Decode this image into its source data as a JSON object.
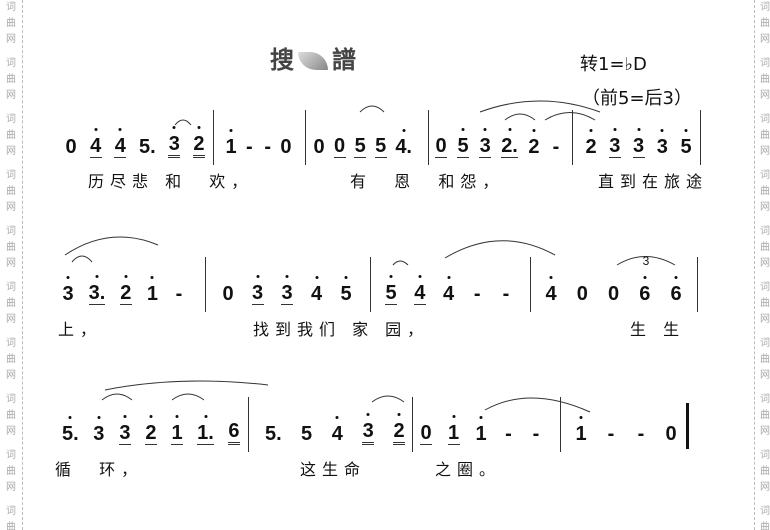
{
  "watermark_side": "词曲网",
  "logo": {
    "left": "搜",
    "right": "譜"
  },
  "key_change": "转1=♭D",
  "key_relation": "（前5=后3）",
  "lines": [
    {
      "measures": [
        [
          {
            "t": "0"
          },
          {
            "t": "4",
            "hi": 1,
            "ul": 1
          },
          {
            "t": "4",
            "hi": 1,
            "ul": 1
          },
          {
            "t": "5."
          },
          {
            "t": "3",
            "hi": 1,
            "ul": 2
          },
          {
            "t": "2",
            "hi": 1,
            "ul": 2
          }
        ],
        [
          {
            "t": "1",
            "hi": 1
          },
          {
            "t": "-"
          },
          {
            "t": "-"
          },
          {
            "t": "0"
          }
        ],
        [
          {
            "t": "0"
          },
          {
            "t": "0",
            "ul": 1
          },
          {
            "t": "5",
            "ul": 1
          },
          {
            "t": "5",
            "ul": 1
          },
          {
            "t": "4.",
            "hi": 1
          }
        ],
        [
          {
            "t": "0",
            "ul": 1
          },
          {
            "t": "5",
            "hi": 1,
            "ul": 1
          },
          {
            "t": "3",
            "hi": 1,
            "ul": 1
          },
          {
            "t": "2.",
            "hi": 1,
            "ul": 1
          },
          {
            "t": "2",
            "hi": 1
          },
          {
            "t": "-"
          }
        ],
        [
          {
            "t": "2",
            "hi": 1
          },
          {
            "t": "3",
            "hi": 1,
            "ul": 1
          },
          {
            "t": "3",
            "hi": 1,
            "ul": 1
          },
          {
            "t": "3",
            "hi": 1
          },
          {
            "t": "5",
            "hi": 1
          }
        ]
      ],
      "lyrics": [
        "历尽悲 和  欢，",
        "有  恩  和怨，",
        "直到在旅途"
      ]
    },
    {
      "measures": [
        [
          {
            "t": "3",
            "hi": 1
          },
          {
            "t": "3.",
            "hi": 1,
            "ul": 1
          },
          {
            "t": "2",
            "hi": 1,
            "ul": 1
          },
          {
            "t": "1",
            "hi": 1
          },
          {
            "t": "-"
          }
        ],
        [
          {
            "t": "0"
          },
          {
            "t": "3",
            "hi": 1,
            "ul": 1
          },
          {
            "t": "3",
            "hi": 1,
            "ul": 1
          },
          {
            "t": "4",
            "hi": 1
          },
          {
            "t": "5",
            "hi": 1
          }
        ],
        [
          {
            "t": "5",
            "hi": 1,
            "ul": 1
          },
          {
            "t": "4",
            "hi": 1,
            "ul": 1
          },
          {
            "t": "4",
            "hi": 1
          },
          {
            "t": "-"
          },
          {
            "t": "-"
          }
        ],
        [
          {
            "t": "4",
            "hi": 1
          },
          {
            "t": "0"
          },
          {
            "t": "0"
          },
          {
            "t": "6",
            "hi": 1
          },
          {
            "t": "6",
            "hi": 1
          }
        ]
      ],
      "triplet_mark": "3",
      "lyrics": [
        "上，",
        "找到我们 家 园，",
        "生 生"
      ]
    },
    {
      "measures": [
        [
          {
            "t": "5.",
            "hi": 1
          },
          {
            "t": "3",
            "hi": 1
          },
          {
            "t": "3",
            "hi": 1,
            "ul": 1
          },
          {
            "t": "2",
            "hi": 1,
            "ul": 1
          },
          {
            "t": "1",
            "hi": 1,
            "ul": 1
          },
          {
            "t": "1.",
            "hi": 1,
            "ul": 1
          },
          {
            "t": "6",
            "ul": 2
          }
        ],
        [
          {
            "t": "5."
          },
          {
            "t": "5"
          },
          {
            "t": "4",
            "hi": 1
          },
          {
            "t": "3",
            "hi": 1,
            "ul": 2
          },
          {
            "t": "2",
            "hi": 1,
            "ul": 2
          }
        ],
        [
          {
            "t": "0",
            "ul": 1
          },
          {
            "t": "1",
            "hi": 1,
            "ul": 1
          },
          {
            "t": "1",
            "hi": 1
          },
          {
            "t": "-"
          },
          {
            "t": "-"
          }
        ],
        [
          {
            "t": "1",
            "hi": 1
          },
          {
            "t": "-"
          },
          {
            "t": "-"
          },
          {
            "t": "0"
          }
        ]
      ],
      "lyrics": [
        "循  环，",
        "这生命",
        "之圈。"
      ]
    }
  ]
}
